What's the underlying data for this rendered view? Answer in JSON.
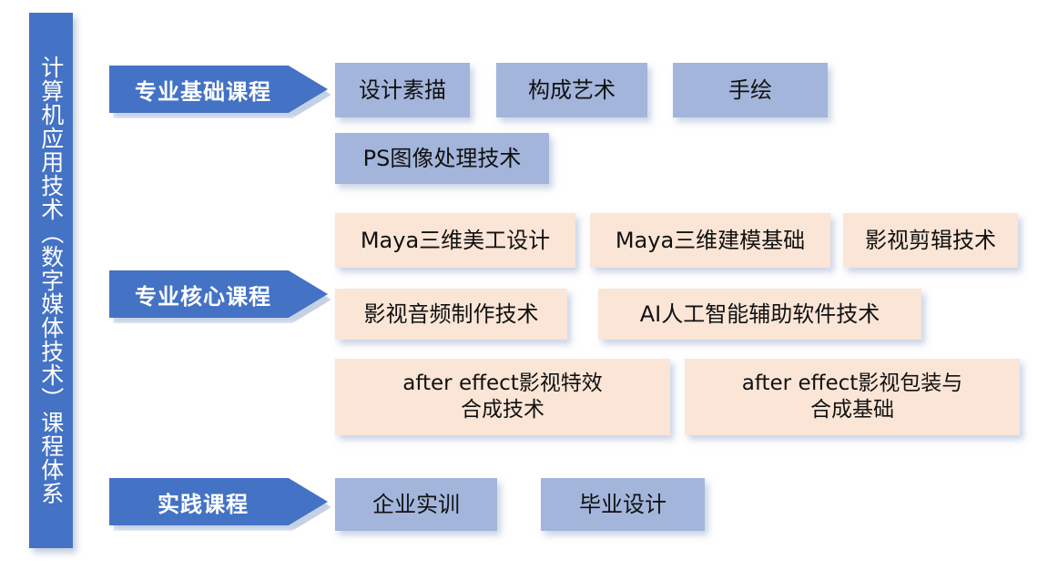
{
  "banner": {
    "text": "计算机应用技术（数字媒体技术）课程体系",
    "color": "#4472C4"
  },
  "colors": {
    "banner": "#4472C4",
    "arrow": "#4472C4",
    "arrow_text": "#FFFFFF",
    "basic_box": "#A3B5DB",
    "core_box": "#FBE5D6",
    "practice_box": "#A3B5DB",
    "background": "#FFFFFF"
  },
  "sections": [
    {
      "id": "basic",
      "arrow_label": "专业基础课程",
      "box_style": "blue",
      "courses": [
        {
          "label": "设计素描"
        },
        {
          "label": "构成艺术"
        },
        {
          "label": "手绘"
        },
        {
          "label": "PS图像处理技术"
        }
      ]
    },
    {
      "id": "core",
      "arrow_label": "专业核心课程",
      "box_style": "peach",
      "courses": [
        {
          "label": "Maya三维美工设计"
        },
        {
          "label": "Maya三维建模基础"
        },
        {
          "label": "影视剪辑技术"
        },
        {
          "label": "影视音频制作技术"
        },
        {
          "label": "AI人工智能辅助软件技术"
        },
        {
          "label_line1": "after effect影视特效",
          "label_line2": "合成技术"
        },
        {
          "label_line1": "after effect影视包装与",
          "label_line2": "合成基础"
        }
      ]
    },
    {
      "id": "practice",
      "arrow_label": "实践课程",
      "box_style": "blue",
      "courses": [
        {
          "label": "企业实训"
        },
        {
          "label": "毕业设计"
        }
      ]
    }
  ]
}
